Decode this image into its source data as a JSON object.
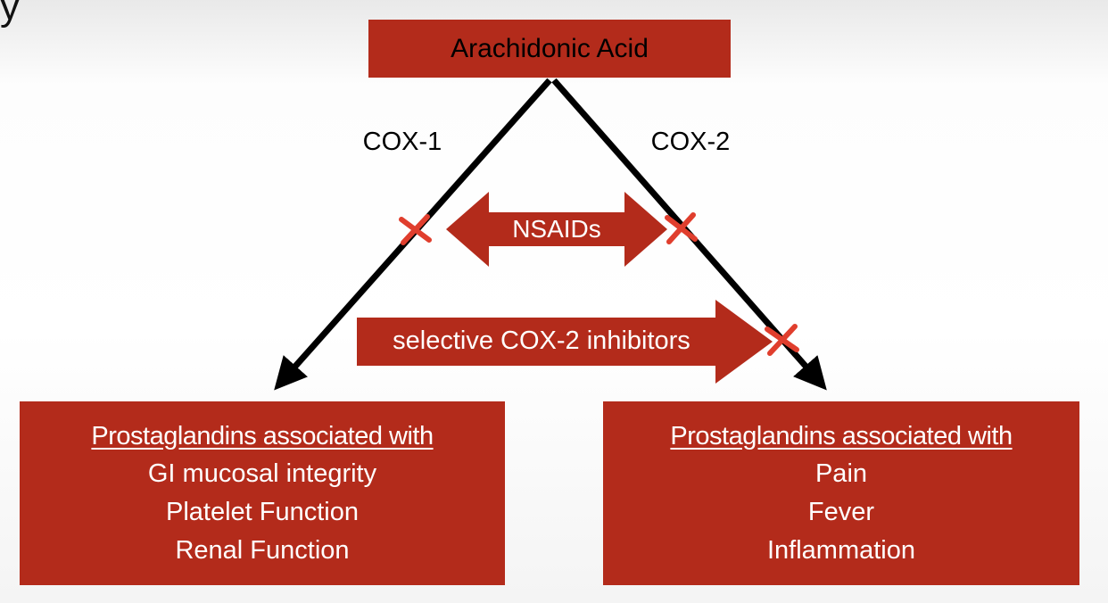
{
  "page": {
    "partial_title_letter": "y"
  },
  "diagram": {
    "colors": {
      "box_red": "#b32b1b",
      "x_mark_red": "#e03e2d",
      "arrow_black": "#000000"
    },
    "top_box": {
      "label": "Arachidonic Acid"
    },
    "branches": {
      "left_label": "COX-1",
      "right_label": "COX-2"
    },
    "inhibitors": {
      "nsaids_label": "NSAIDs",
      "selective_label": "selective COX-2 inhibitors"
    },
    "left_outcome_box": {
      "heading": "Prostaglandins associated with",
      "items": [
        "GI mucosal integrity",
        "Platelet Function",
        "Renal Function"
      ]
    },
    "right_outcome_box": {
      "heading": "Prostaglandins associated with",
      "items": [
        "Pain",
        "Fever",
        "Inflammation"
      ]
    }
  }
}
